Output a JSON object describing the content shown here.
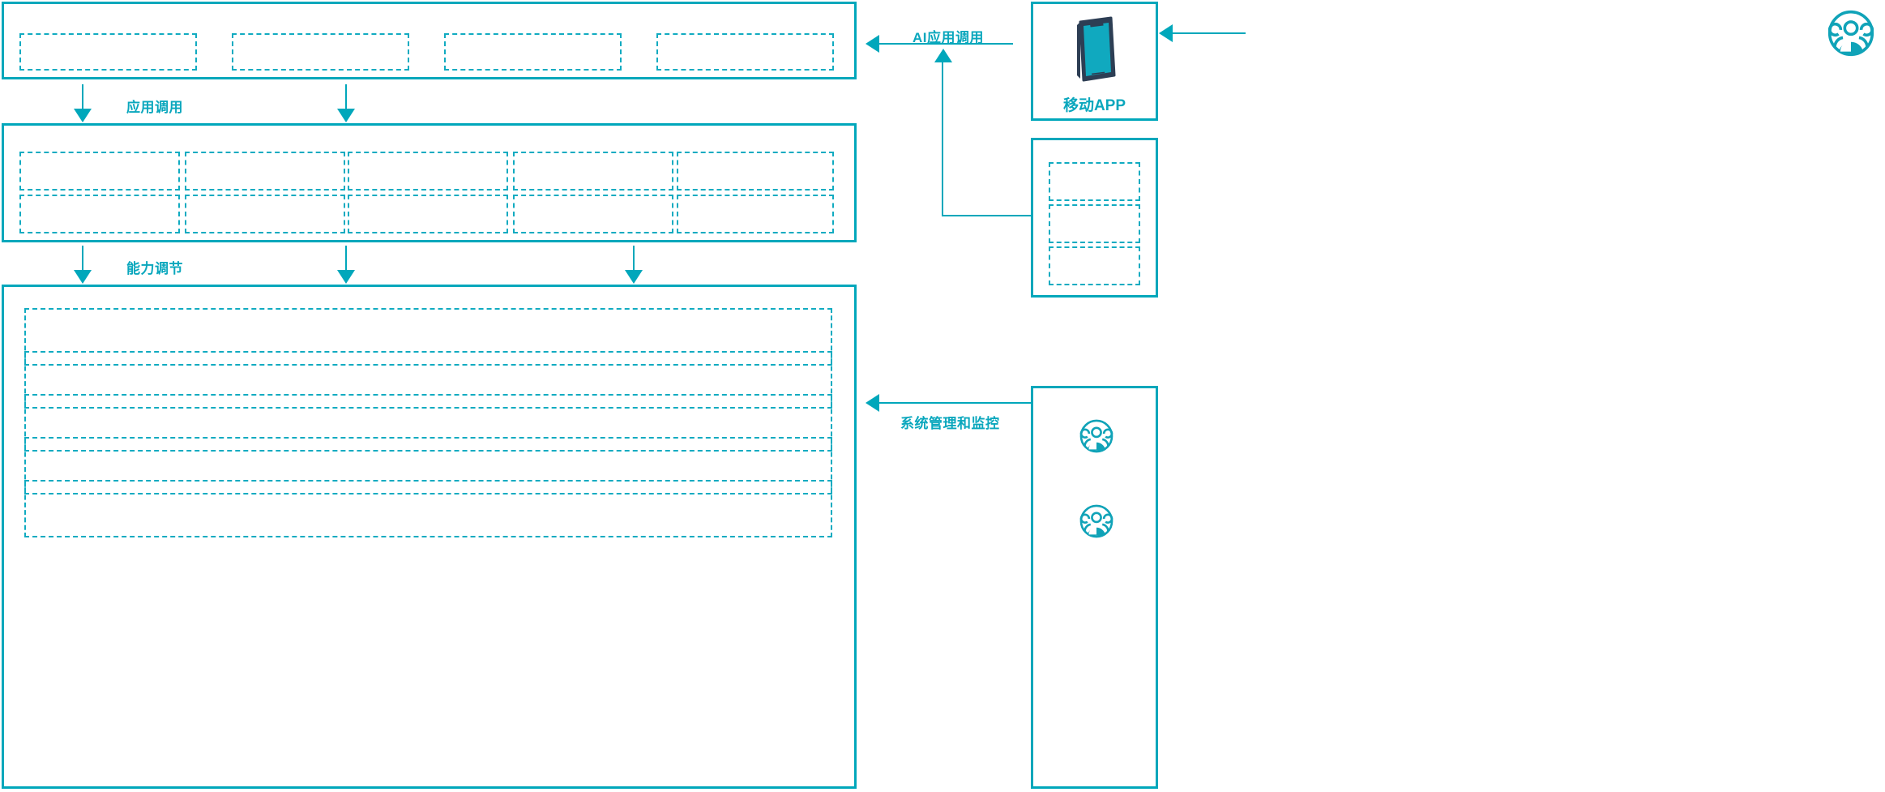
{
  "diagram": {
    "accent_color": "#00a7bb",
    "dash_color": "#11abc1",
    "phone_body_color": "#2d3e54",
    "phone_screen_color": "#10a9bf",
    "background": "#ffffff"
  },
  "layers": {
    "application_layer": {
      "name": "application-layer",
      "slots": [
        {
          "name": "app-slot-1",
          "label": ""
        },
        {
          "name": "app-slot-2",
          "label": ""
        },
        {
          "name": "app-slot-3",
          "label": ""
        },
        {
          "name": "app-slot-4",
          "label": ""
        }
      ]
    },
    "capability_layer": {
      "name": "capability-layer",
      "columns": [
        {
          "name": "capability-col-1",
          "top": "",
          "bottom": ""
        },
        {
          "name": "capability-col-2",
          "top": "",
          "bottom": ""
        },
        {
          "name": "capability-col-3",
          "top": "",
          "bottom": ""
        },
        {
          "name": "capability-col-4",
          "top": "",
          "bottom": ""
        },
        {
          "name": "capability-col-5",
          "top": "",
          "bottom": ""
        }
      ]
    },
    "platform_layer": {
      "name": "platform-layer",
      "bands": [
        {
          "name": "platform-band-1",
          "label": ""
        },
        {
          "name": "platform-band-2",
          "label": ""
        },
        {
          "name": "platform-band-3",
          "label": ""
        },
        {
          "name": "platform-band-4",
          "label": ""
        },
        {
          "name": "platform-band-5",
          "label": ""
        }
      ]
    }
  },
  "flow_labels": {
    "app_call": "应用调用",
    "capability_adjust": "能力调节",
    "ai_app_call": "AI应用调用",
    "system_mgmt_monitor": "系统管理和监控"
  },
  "right_panels": {
    "mobile_app": {
      "name": "mobile-app-panel",
      "caption": "移动APP",
      "icon": "smartphone-icon"
    },
    "channel_panel": {
      "name": "channel-panel",
      "slots": [
        {
          "name": "channel-slot-1",
          "label": ""
        },
        {
          "name": "channel-slot-2",
          "label": ""
        },
        {
          "name": "channel-slot-3",
          "label": ""
        }
      ]
    },
    "operations_panel": {
      "name": "operations-panel",
      "icons": [
        {
          "name": "user-group-icon-1",
          "label": ""
        },
        {
          "name": "user-group-icon-2",
          "label": ""
        }
      ]
    },
    "external_user": {
      "name": "external-user",
      "icon": "user-group-icon",
      "label": ""
    }
  }
}
